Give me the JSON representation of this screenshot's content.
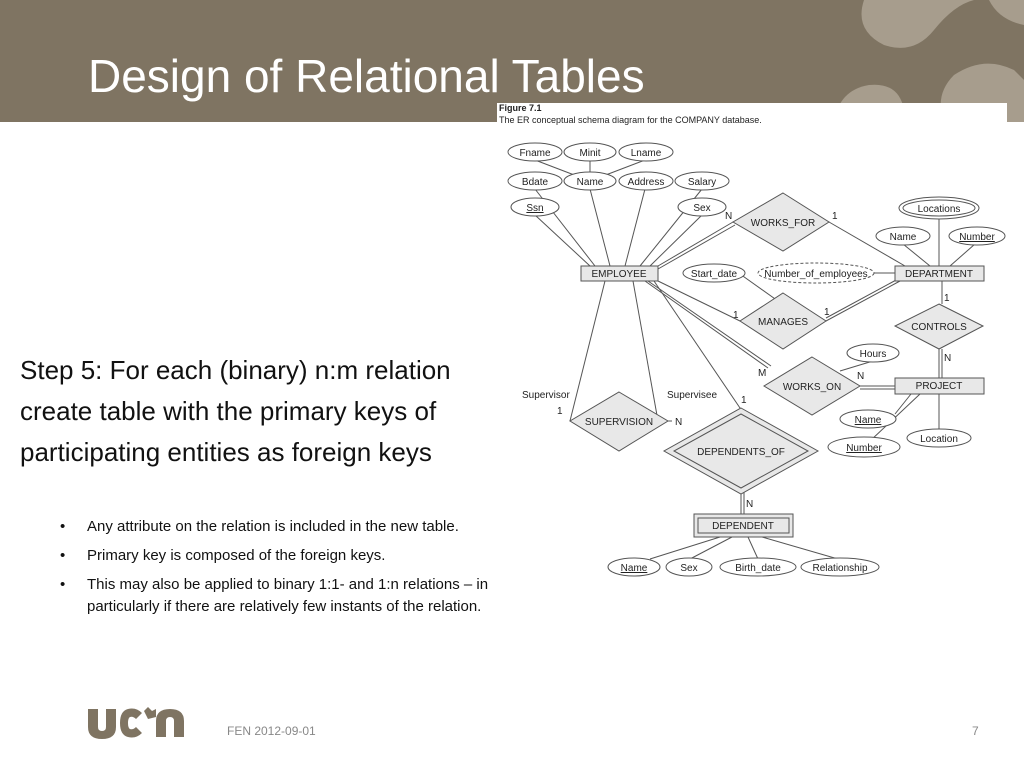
{
  "slide": {
    "title": "Design of Relational Tables",
    "step_text": "Step 5: For each (binary) n:m relation create table with the primary keys of participating entities as foreign keys",
    "bullets": [
      "Any attribute on the relation is included in the new table.",
      "Primary key is composed of the foreign keys.",
      "This may also be applied to binary 1:1- and 1:n relations – in particularly if there are relatively few instants of the relation."
    ],
    "footer_date": "FEN 2012-09-01",
    "page_number": "7"
  },
  "figure": {
    "label": "Figure 7.1",
    "caption": "The ER conceptual schema diagram for the COMPANY database."
  },
  "diagram": {
    "entities": {
      "employee": "EMPLOYEE",
      "department": "DEPARTMENT",
      "project": "PROJECT",
      "dependent": "DEPENDENT"
    },
    "relationships": {
      "works_for": "WORKS_FOR",
      "manages": "MANAGES",
      "works_on": "WORKS_ON",
      "controls": "CONTROLS",
      "supervision": "SUPERVISION",
      "dependents_of": "DEPENDENTS_OF"
    },
    "attributes": {
      "fname": "Fname",
      "minit": "Minit",
      "lname": "Lname",
      "bdate": "Bdate",
      "emp_name": "Name",
      "address": "Address",
      "salary": "Salary",
      "ssn": "Ssn",
      "emp_sex": "Sex",
      "locations": "Locations",
      "dept_name": "Name",
      "dept_number": "Number",
      "start_date": "Start_date",
      "number_of_employees": "Number_of_employees",
      "hours": "Hours",
      "proj_name": "Name",
      "proj_number": "Number",
      "proj_location": "Location",
      "dep_name": "Name",
      "dep_sex": "Sex",
      "birth_date": "Birth_date",
      "relationship": "Relationship"
    },
    "roles": {
      "supervisor": "Supervisor",
      "supervisee": "Supervisee"
    },
    "cardinalities": {
      "works_for_emp": "N",
      "works_for_dept": "1",
      "manages_emp": "1",
      "manages_dept": "1",
      "controls_dept": "1",
      "controls_proj": "N",
      "works_on_emp": "M",
      "works_on_proj": "N",
      "supervisor": "1",
      "supervisee": "N",
      "dependents_of_emp": "1",
      "dependents_of_dep": "N"
    }
  },
  "colors": {
    "header_bg": "#7f7462",
    "header_deco": "#a79d8d",
    "entity_fill": "#e8e8e8",
    "logo": "#7f7462"
  }
}
